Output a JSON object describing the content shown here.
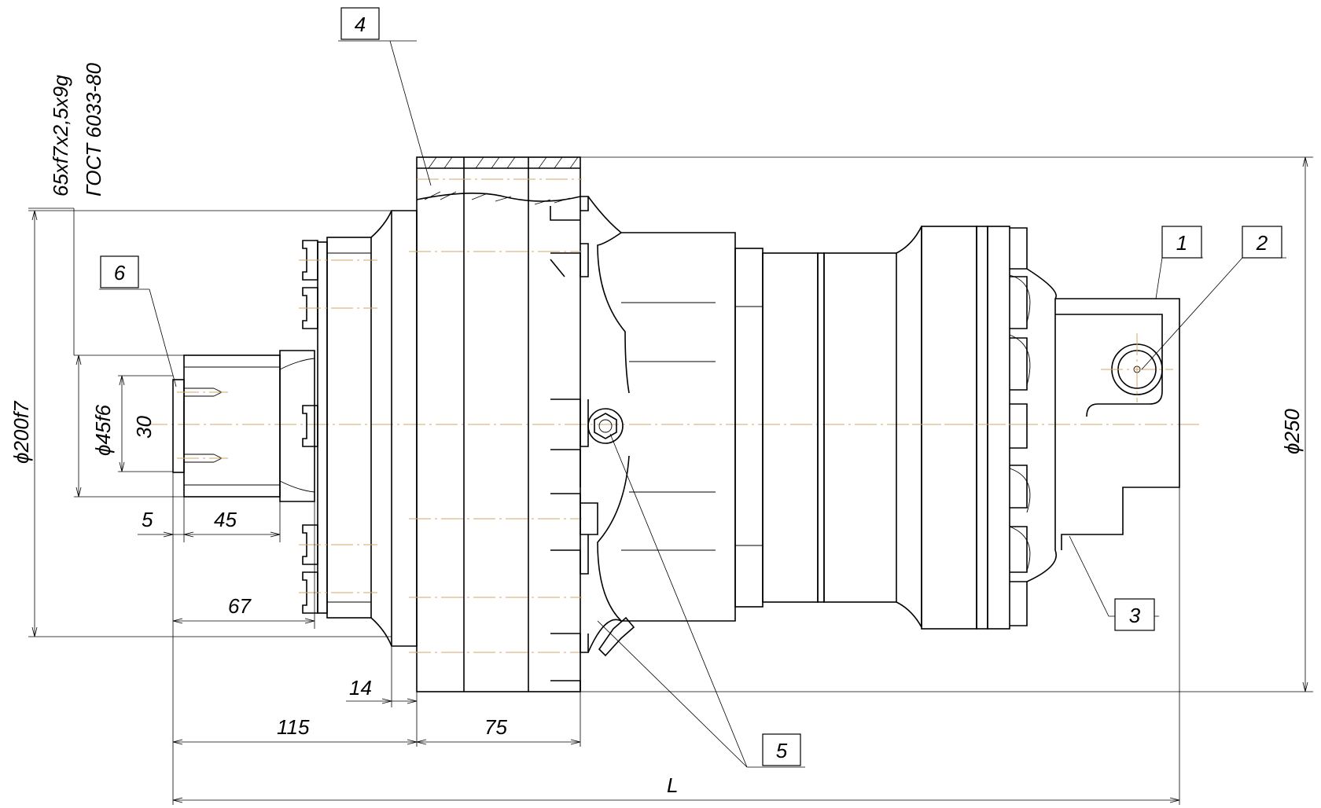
{
  "drawing": {
    "callouts": [
      {
        "id": "callout-1",
        "label": "1"
      },
      {
        "id": "callout-2",
        "label": "2"
      },
      {
        "id": "callout-3",
        "label": "3"
      },
      {
        "id": "callout-4",
        "label": "4"
      },
      {
        "id": "callout-5",
        "label": "5"
      },
      {
        "id": "callout-6",
        "label": "6"
      }
    ],
    "spline_spec": "65xf7x2,5x9g",
    "spline_standard": "ГОСТ 6033-80",
    "dimensions": {
      "d_flange": "ϕ200f7",
      "d_shaft": "ϕ45f6",
      "d_body": "ϕ250",
      "bolt_spacing": "30",
      "shaft_step": "5",
      "shaft_length": "45",
      "shaft_to_flange": "67",
      "flange_thickness": "14",
      "to_housing": "115",
      "housing_width": "75",
      "total_length": "L"
    }
  }
}
